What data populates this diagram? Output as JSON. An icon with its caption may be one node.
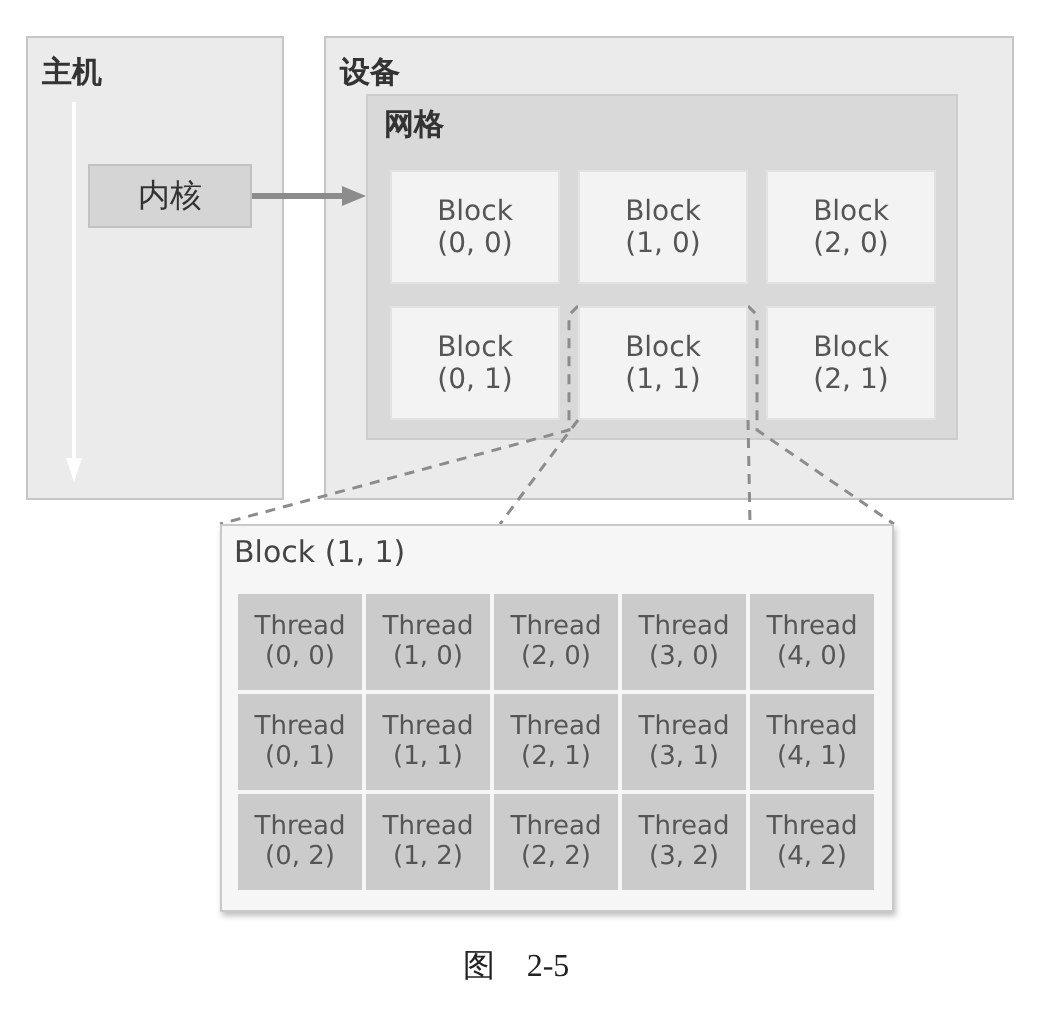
{
  "diagram": {
    "caption": "图 2-5",
    "nodes": [
      {
        "text": [
          "主机"
        ]
      },
      {
        "text": [
          "内核"
        ],
        "in": 0
      },
      {
        "text": [
          "设备"
        ]
      },
      {
        "text": [
          "网格"
        ],
        "in": 2
      },
      {
        "text": [
          "Block (0, 0)"
        ],
        "in": 3
      },
      {
        "text": [
          "Block (1, 0)"
        ],
        "in": 3
      },
      {
        "text": [
          "Block (2, 0)"
        ],
        "in": 3
      },
      {
        "text": [
          "Block (0, 1)"
        ],
        "in": 3
      },
      {
        "text": [
          "Block (1, 1)"
        ],
        "in": 3
      },
      {
        "text": [
          "Block (2, 1)"
        ],
        "in": 3
      },
      {
        "text": [
          "Block (1, 1)"
        ]
      },
      {
        "text": [
          "Thread (0, 0)"
        ],
        "in": 10
      },
      {
        "text": [
          "Thread (1, 0)"
        ],
        "in": 10
      },
      {
        "text": [
          "Thread (2, 0)"
        ],
        "in": 10
      },
      {
        "text": [
          "Thread (3, 0)"
        ],
        "in": 10
      },
      {
        "text": [
          "Thread (4, 0)"
        ],
        "in": 10
      },
      {
        "text": [
          "Thread (0, 1)"
        ],
        "in": 10
      },
      {
        "text": [
          "Thread (1, 1)"
        ],
        "in": 10
      },
      {
        "text": [
          "Thread (2, 1)"
        ],
        "in": 10
      },
      {
        "text": [
          "Thread (3, 1)"
        ],
        "in": 10
      },
      {
        "text": [
          "Thread (4, 1)"
        ],
        "in": 10
      },
      {
        "text": [
          "Thread (0, 2)"
        ],
        "in": 10
      },
      {
        "text": [
          "Thread (1, 2)"
        ],
        "in": 10
      },
      {
        "text": [
          "Thread (2, 2)"
        ],
        "in": 10
      },
      {
        "text": [
          "Thread (3, 2)"
        ],
        "in": 10
      },
      {
        "text": [
          "Thread (4, 2)"
        ],
        "in": 10
      }
    ],
    "edges": [
      {
        "from": 1,
        "to": 3,
        "arrow": "to",
        "style": "thick"
      },
      {
        "from": 8,
        "to": 10,
        "arrow": "none",
        "style": "dashed"
      },
      {
        "from": 8,
        "to": 10,
        "arrow": "none",
        "style": "dashed"
      },
      {
        "from": 8,
        "to": 10,
        "arrow": "none",
        "style": "dashed"
      },
      {
        "from": 8,
        "to": 10,
        "arrow": "none",
        "style": "dashed"
      }
    ]
  }
}
